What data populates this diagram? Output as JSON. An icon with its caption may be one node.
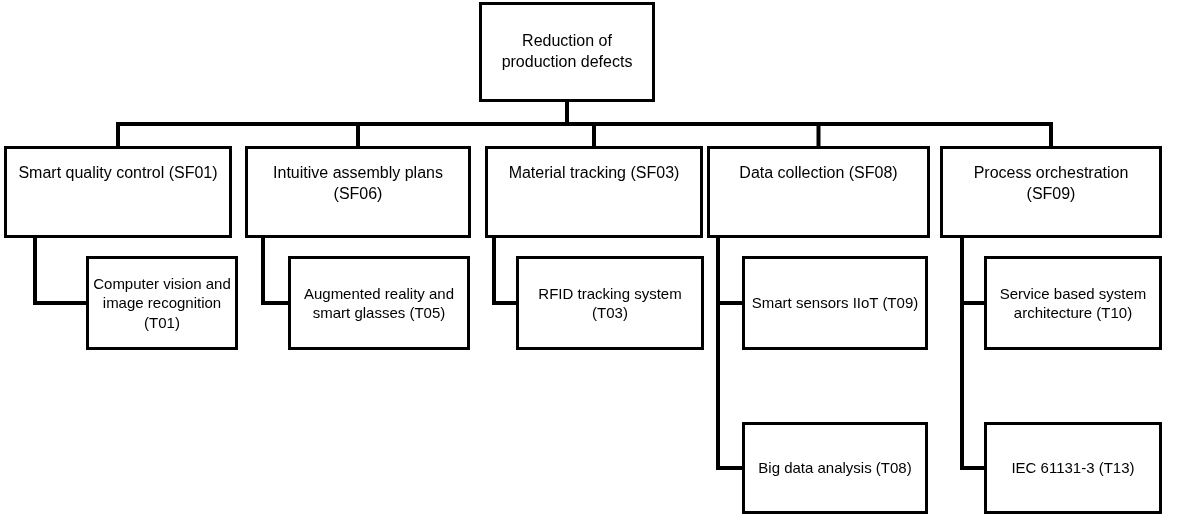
{
  "diagram": {
    "nodes": [
      {
        "text": [
          "Reduction of production defects"
        ]
      },
      {
        "text": [
          "Smart quality control (SF01)"
        ]
      },
      {
        "text": [
          "Intuitive assembly plans (SF06)"
        ]
      },
      {
        "text": [
          "Material tracking (SF03)"
        ]
      },
      {
        "text": [
          "Data collection (SF08)"
        ]
      },
      {
        "text": [
          "Process orchestration (SF09)"
        ]
      },
      {
        "text": [
          "Computer vision and image recognition (T01)"
        ]
      },
      {
        "text": [
          "Augmented reality and smart glasses (T05)"
        ]
      },
      {
        "text": [
          "RFID tracking system (T03)"
        ]
      },
      {
        "text": [
          "Smart sensors IIoT (T09)"
        ]
      },
      {
        "text": [
          "Big data analysis (T08)"
        ]
      },
      {
        "text": [
          "Service based system architecture (T10)"
        ]
      },
      {
        "text": [
          "IEC 61131-3 (T13)"
        ]
      }
    ],
    "edges": [
      {
        "from": 0,
        "to": 1,
        "arrow": "none"
      },
      {
        "from": 0,
        "to": 2,
        "arrow": "none"
      },
      {
        "from": 0,
        "to": 3,
        "arrow": "none"
      },
      {
        "from": 0,
        "to": 4,
        "arrow": "none"
      },
      {
        "from": 0,
        "to": 5,
        "arrow": "none"
      },
      {
        "from": 1,
        "to": 6,
        "arrow": "none"
      },
      {
        "from": 2,
        "to": 7,
        "arrow": "none"
      },
      {
        "from": 3,
        "to": 8,
        "arrow": "none"
      },
      {
        "from": 4,
        "to": 9,
        "arrow": "none"
      },
      {
        "from": 4,
        "to": 10,
        "arrow": "none"
      },
      {
        "from": 5,
        "to": 11,
        "arrow": "none"
      },
      {
        "from": 5,
        "to": 12,
        "arrow": "none"
      }
    ]
  }
}
